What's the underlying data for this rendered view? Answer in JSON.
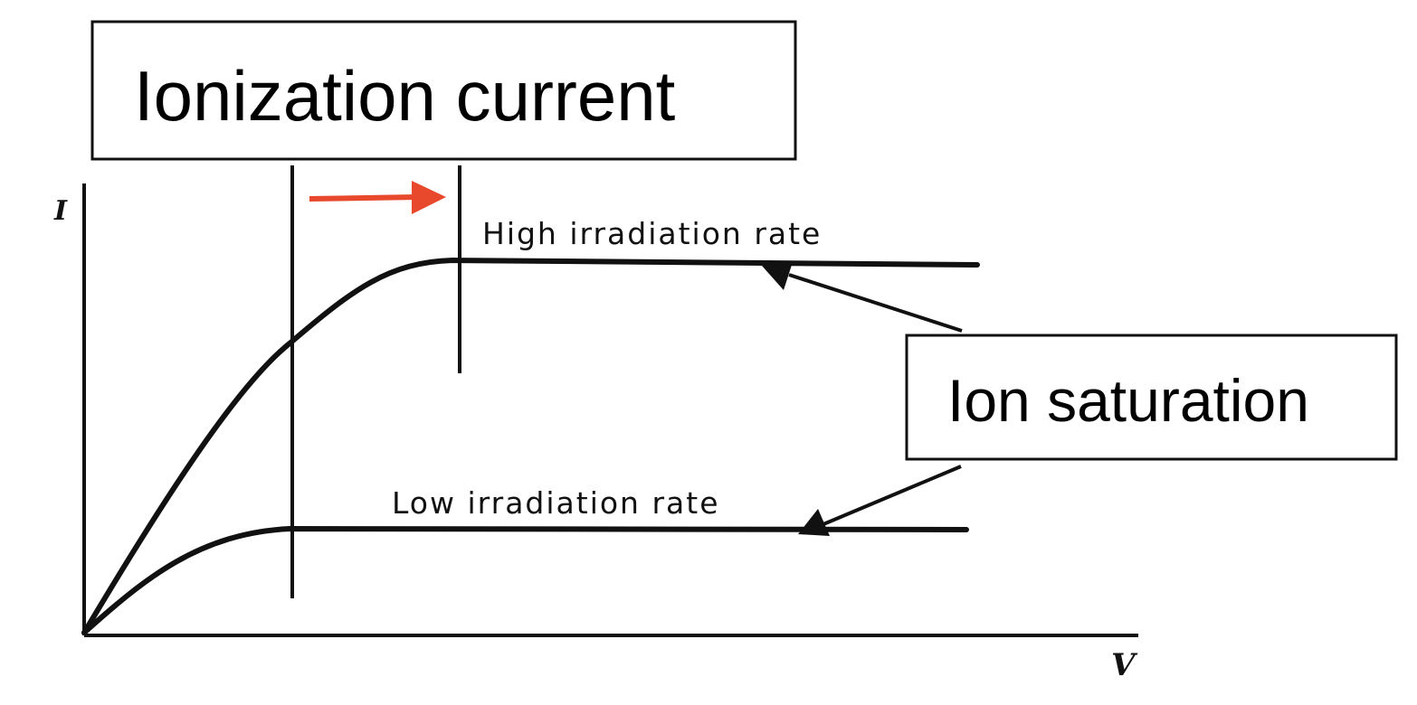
{
  "callouts": {
    "ionization_current": "Ionization current",
    "ion_saturation": "Ion saturation"
  },
  "curves": {
    "high": "High irradiation rate",
    "low": "Low irradiation rate"
  },
  "axes": {
    "y_label": "I",
    "x_label": "V"
  },
  "colors": {
    "ink": "#111111",
    "arrow_red": "#e8482c"
  }
}
